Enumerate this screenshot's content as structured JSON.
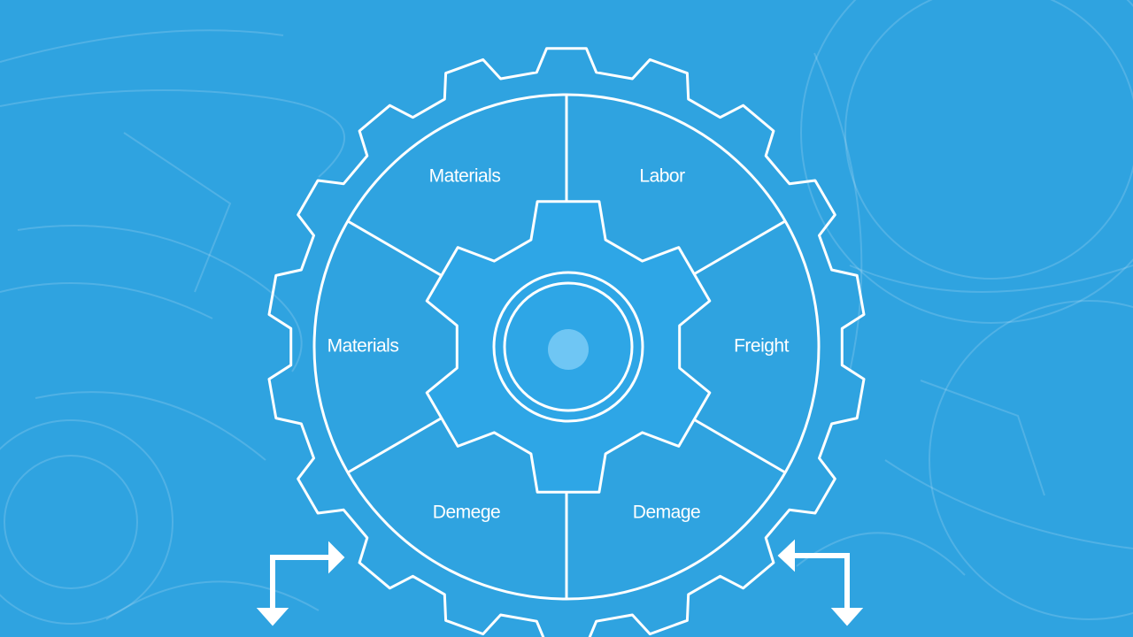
{
  "colors": {
    "background": "#2fa3e0",
    "line": "#ffffff",
    "hub_fill": "#2ea6e6",
    "center_dot": "#6fc6f4"
  },
  "diagram": {
    "segments": [
      {
        "label": "Materials"
      },
      {
        "label": "Labor"
      },
      {
        "label": "Materials"
      },
      {
        "label": "Freight"
      },
      {
        "label": "Demege"
      },
      {
        "label": "Demage"
      }
    ],
    "arrows": [
      {
        "icon": "corner-arrow-icon",
        "direction": "right-and-down"
      },
      {
        "icon": "corner-arrow-icon",
        "direction": "left-and-down"
      }
    ]
  }
}
